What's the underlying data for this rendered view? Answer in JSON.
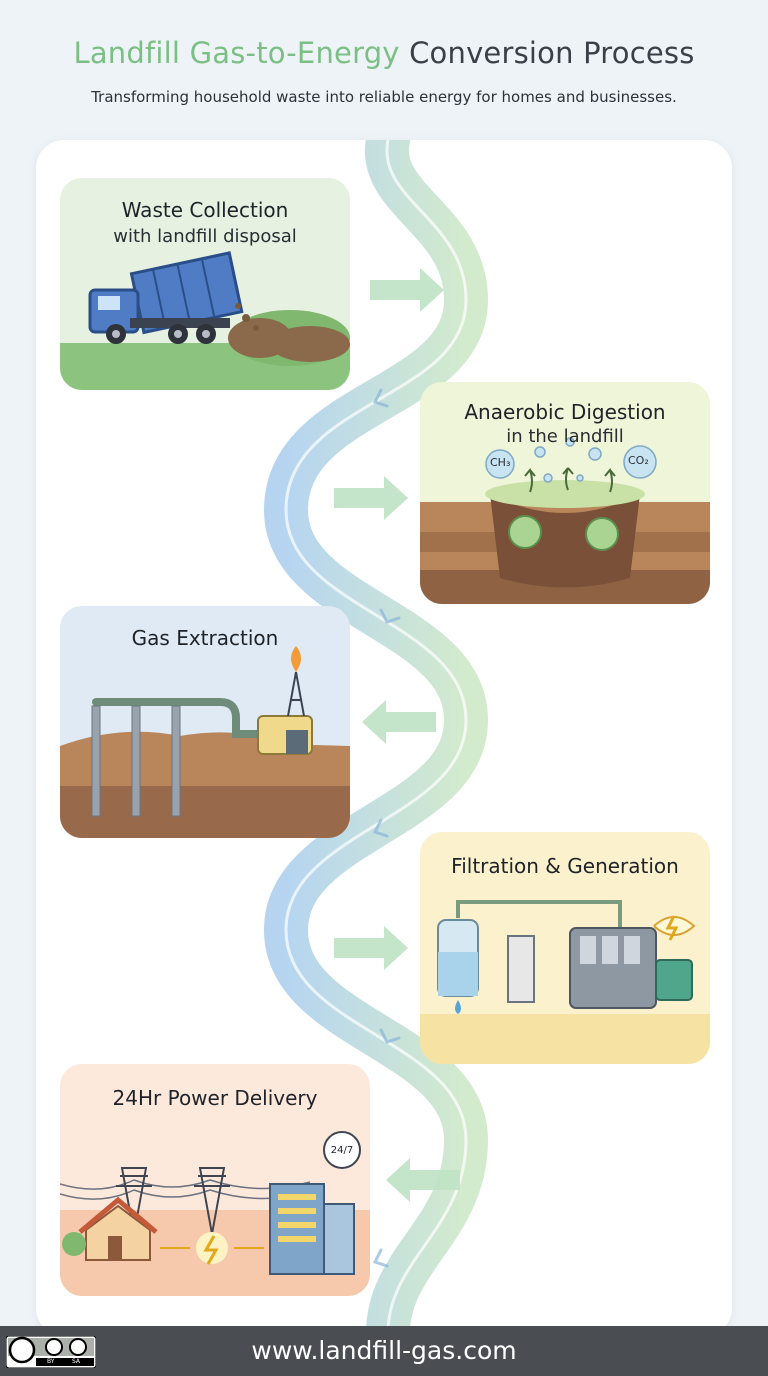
{
  "header": {
    "title_part1": "Landfill Gas-to-Energy",
    "title_part2": "Conversion Process",
    "subtitle": "Transforming household waste into reliable energy for homes and businesses."
  },
  "steps": [
    {
      "title": "Waste Collection",
      "subtitle": "with landfill disposal"
    },
    {
      "title": "Anaerobic Digestion",
      "subtitle": "in the landfill",
      "gas_labels": [
        "CH₃",
        "CO₂"
      ]
    },
    {
      "title": "Gas Extraction"
    },
    {
      "title": "Filtration & Generation"
    },
    {
      "title": "24Hr Power Delivery",
      "badge": "24/7"
    }
  ],
  "footer": {
    "url": "www.landfill-gas.com",
    "license": [
      "BY",
      "SA"
    ]
  },
  "colors": {
    "accent_green": "#7cbf85",
    "flow_blue": "#b9d6ef",
    "flow_green": "#cfe8c9"
  }
}
